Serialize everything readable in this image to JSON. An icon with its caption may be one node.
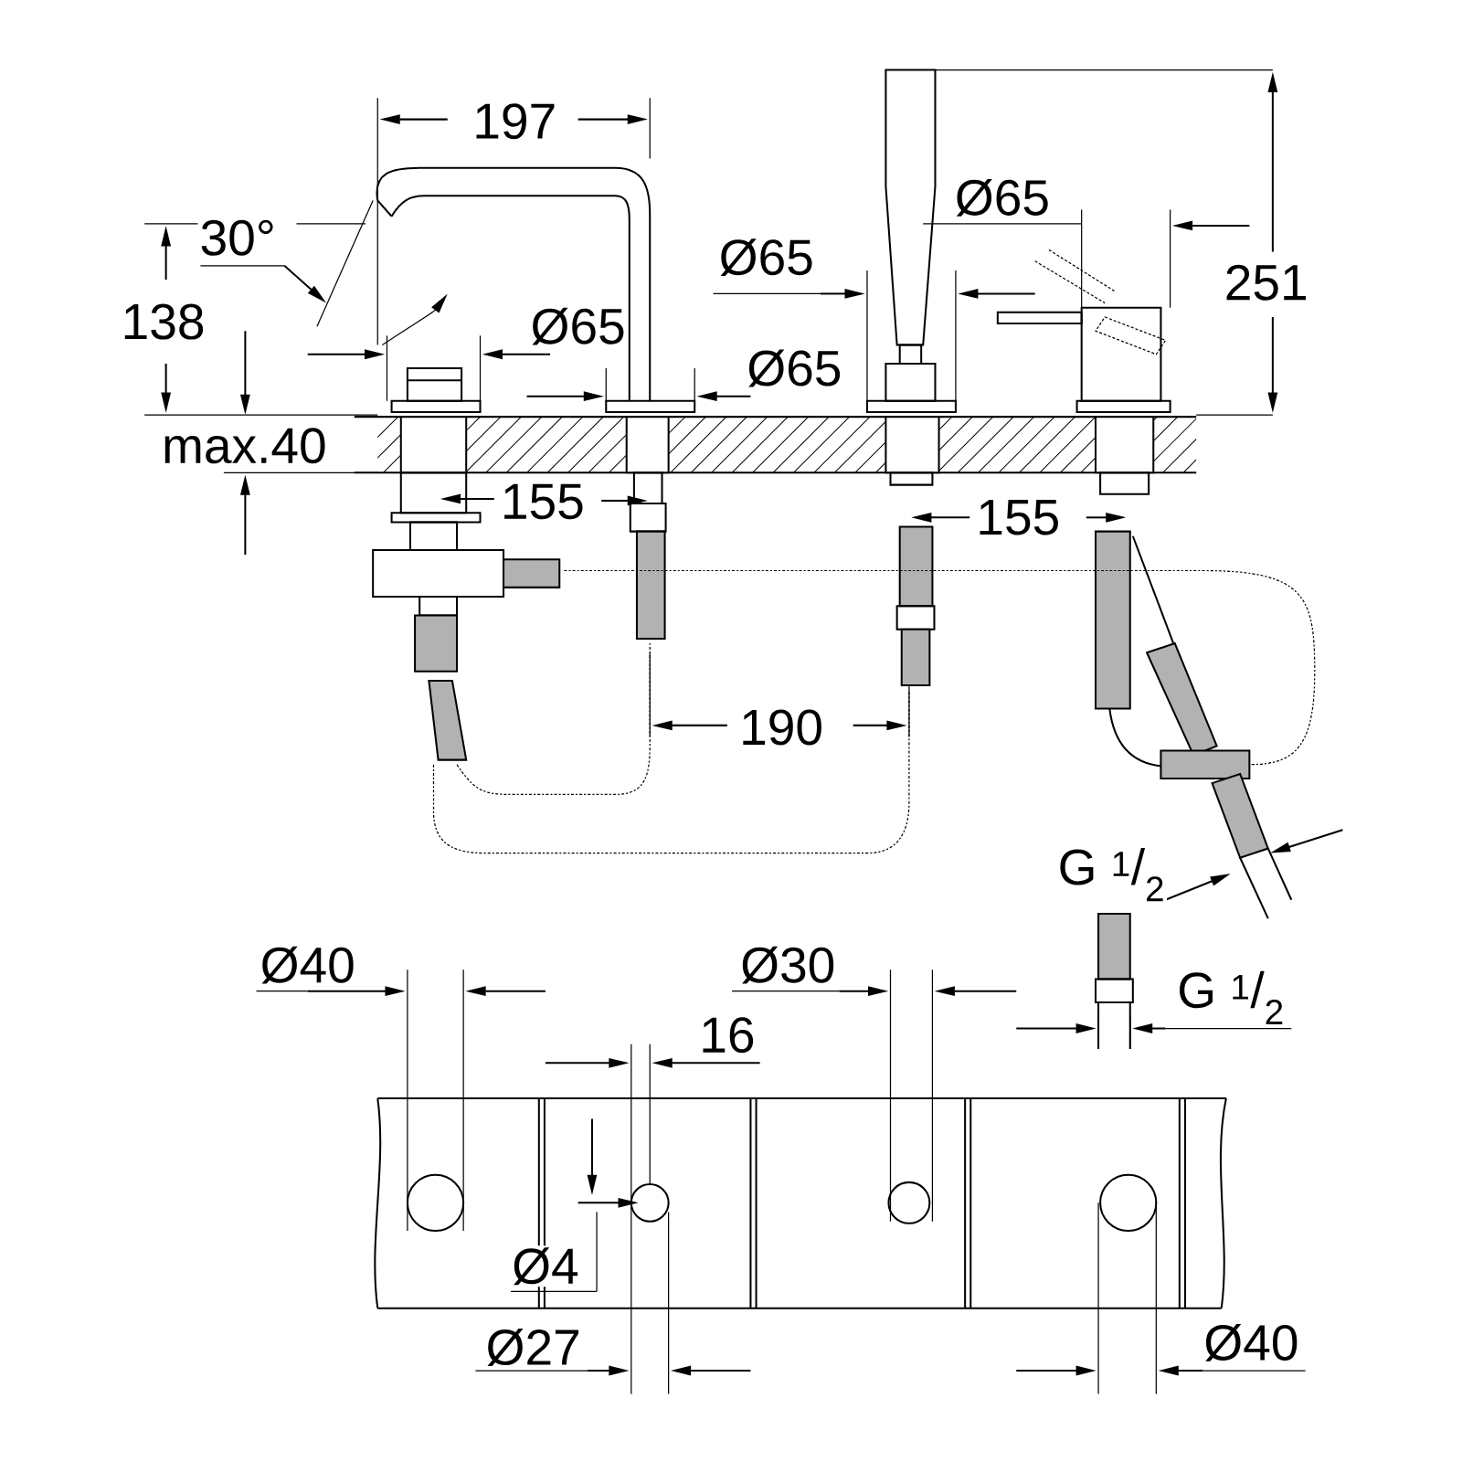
{
  "diagram": {
    "labels": [
      "197",
      "Ø65",
      "30°",
      "Ø65",
      "251",
      "138",
      "Ø65",
      "Ø65",
      "max.40",
      "155",
      "155",
      "190",
      "G $^{1}$/$_{2}$",
      "Ø40",
      "Ø30",
      "G $^{1}$/$_{2}$",
      "16",
      "Ø4",
      "Ø27",
      "Ø40"
    ]
  }
}
